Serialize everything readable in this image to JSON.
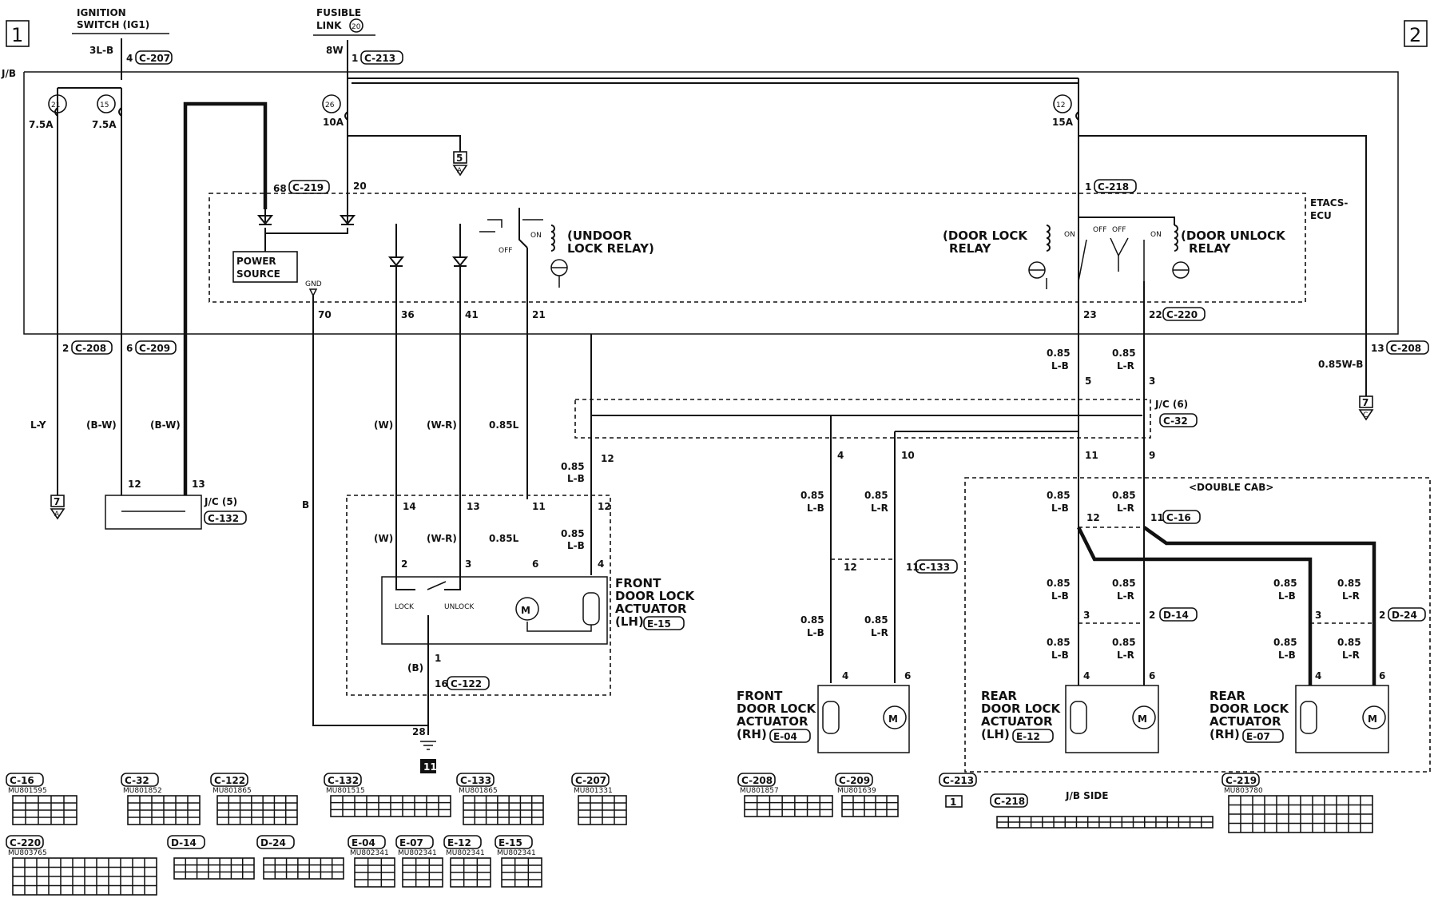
{
  "page": {
    "left_number": "1",
    "right_number": "2"
  },
  "top_labels": {
    "ignition_switch": "IGNITION\nSWITCH (IG1)",
    "ign_wire": "3L-B",
    "ign_pin": "4",
    "ign_conn": "C-207",
    "fusible_link": "FUSIBLE\nLINK",
    "fusible_num": "20",
    "fl_wire": "8W",
    "fl_pin": "1",
    "fl_conn": "C-213",
    "jb": "J/B"
  },
  "fuses": [
    {
      "num": "21",
      "amps": "7.5A"
    },
    {
      "num": "15",
      "amps": "7.5A"
    },
    {
      "num": "26",
      "amps": "10A"
    },
    {
      "num": "12",
      "amps": "15A"
    }
  ],
  "ecu": {
    "name": "ETACS-\nECU",
    "power_source": "POWER\nSOURCE",
    "gnd": "GND",
    "pin68": "68",
    "conn68": "C-219",
    "pin20": "20",
    "pin1": "1",
    "conn1": "C-218",
    "undoor_relay": "(UNDOOR\nLOCK RELAY)",
    "door_lock_relay": "(DOOR LOCK\nRELAY",
    "door_unlock_relay": "(DOOR UNLOCK\nRELAY",
    "on": "ON",
    "off": "OFF",
    "pins": [
      "70",
      "36",
      "41",
      "21",
      "23",
      "22"
    ],
    "conn22": "C-220"
  },
  "ground_marker_5": "5",
  "ground_marker_A": "A",
  "left_bottom": {
    "pin2": "2",
    "conn208": "C-208",
    "pin6": "6",
    "conn209": "C-209",
    "w_ly": "L-Y",
    "w_bw1": "(B-W)",
    "w_bw2": "(B-W)",
    "pin12": "12",
    "pin13": "13",
    "jc5": "J/C (5)",
    "conn132": "C-132",
    "marker7": "7",
    "markerA": "A"
  },
  "right_side": {
    "pin13": "13",
    "conn208": "C-208",
    "wire": "0.85W-B",
    "marker7": "7",
    "markerC": "C"
  },
  "front_lh": {
    "w_w": "(W)",
    "w_wr": "(W-R)",
    "w_085l": "0.85L",
    "w_085lb": "0.85\nL-B",
    "pin12_top": "12",
    "pins_mid": [
      "14",
      "13",
      "11",
      "12"
    ],
    "pins_act": [
      "2",
      "3",
      "6",
      "4"
    ],
    "lock": "LOCK",
    "unlock": "UNLOCK",
    "title": "FRONT\nDOOR LOCK\nACTUATOR\n(LH)",
    "conn": "E-15",
    "w_b": "(B)",
    "pin1": "1",
    "pin16": "16",
    "conn122": "C-122",
    "w_b_main": "B",
    "pin28": "28",
    "ground11": "11"
  },
  "jc6": {
    "label": "J/C (6)",
    "conn": "C-32"
  },
  "top_right_wires": {
    "w1": "0.85\nL-B",
    "w2": "0.85\nL-R",
    "p5": "5",
    "p3": "3"
  },
  "front_rh": {
    "pin4": "4",
    "pin10": "10",
    "w1": "0.85\nL-B",
    "w2": "0.85\nL-R",
    "pin12": "12",
    "pin11": "11",
    "conn133": "C-133",
    "pin4b": "4",
    "pin6b": "6",
    "title": "FRONT\nDOOR LOCK\nACTUATOR\n(RH)",
    "conn": "E-04"
  },
  "double_cab": {
    "label": "<DOUBLE CAB>",
    "pin11": "11",
    "pin9": "9",
    "pin12": "12",
    "pin11b": "11",
    "conn16": "C-16",
    "w1": "0.85\nL-B",
    "w2": "0.85\nL-R",
    "lh_pin3": "3",
    "lh_pin2": "2",
    "lh_conn": "D-14",
    "rh_pin3": "3",
    "rh_pin2": "2",
    "rh_conn": "D-24",
    "lh_pin4": "4",
    "lh_pin6": "6",
    "rh_pin4": "4",
    "rh_pin6": "6",
    "rear_lh_title": "REAR\nDOOR LOCK\nACTUATOR\n(LH)",
    "rear_lh_conn": "E-12",
    "rear_rh_title": "REAR\nDOOR LOCK\nACTUATOR\n(RH)",
    "rear_rh_conn": "E-07"
  },
  "connectors": [
    {
      "id": "C-16",
      "part": "MU801595"
    },
    {
      "id": "C-32",
      "part": "MU801852"
    },
    {
      "id": "C-122",
      "part": "MU801865"
    },
    {
      "id": "C-132",
      "part": "MU801515"
    },
    {
      "id": "C-133",
      "part": "MU801865"
    },
    {
      "id": "C-207",
      "part": "MU801331"
    },
    {
      "id": "C-220",
      "part": "MU803765"
    },
    {
      "id": "D-14",
      "part": ""
    },
    {
      "id": "D-24",
      "part": ""
    },
    {
      "id": "E-04",
      "part": "MU802341"
    },
    {
      "id": "E-07",
      "part": "MU802341"
    },
    {
      "id": "E-12",
      "part": "MU802341"
    },
    {
      "id": "E-15",
      "part": "MU802341"
    },
    {
      "id": "C-208",
      "part": "MU801857"
    },
    {
      "id": "C-209",
      "part": "MU801639"
    },
    {
      "id": "C-213",
      "part": ""
    },
    {
      "id": "C-218",
      "part": ""
    },
    {
      "id": "C-219",
      "part": "MU803780"
    }
  ],
  "jb_side": "J/B SIDE",
  "c213_pin": "1"
}
